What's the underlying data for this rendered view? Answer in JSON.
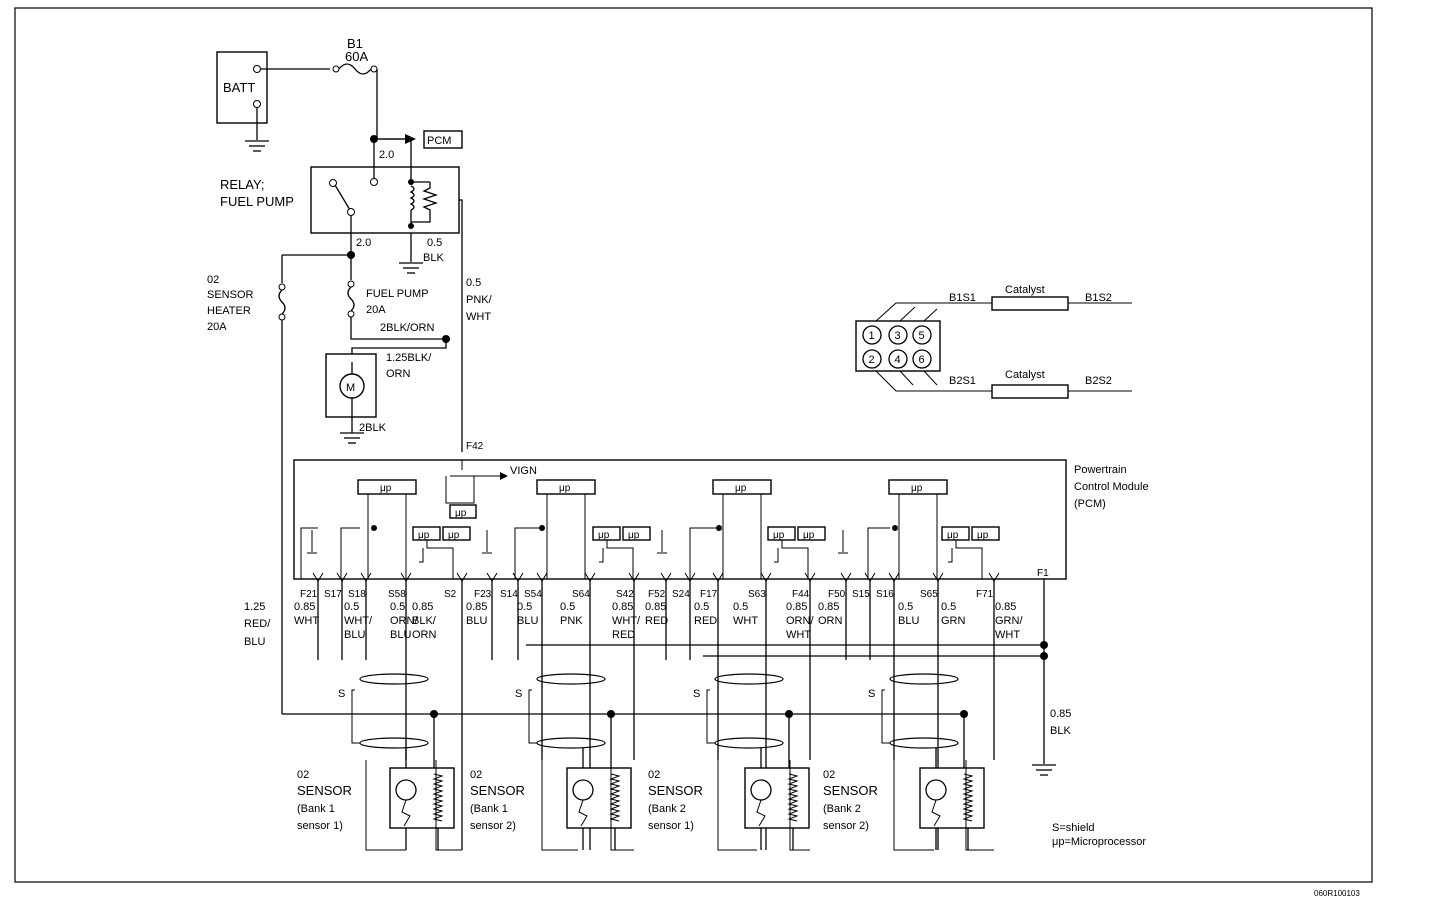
{
  "battery": {
    "label": "BATT"
  },
  "fuse_b1": {
    "name": "B1",
    "rating": "60A"
  },
  "pcm_tag": "PCM",
  "wire_20a": "2.0",
  "wire_20b": "2.0",
  "relay": {
    "line1": "RELAY;",
    "line2": "FUEL PUMP"
  },
  "relay_ground": {
    "size": "0.5",
    "color": "BLK"
  },
  "pnk_wire": {
    "size": "0.5",
    "line1": "PNK/",
    "line2": "WHT"
  },
  "o2_heater_fuse": {
    "line1": "02",
    "line2": "SENSOR",
    "line3": "HEATER",
    "line4": "20A"
  },
  "fuel_pump_fuse": {
    "line1": "FUEL PUMP",
    "line2": "20A"
  },
  "wire_2blk_orn": "2BLK/ORN",
  "motor": {
    "symbol": "M",
    "wire1": "1.25BLK/",
    "wire2": "ORN",
    "ground": "2BLK"
  },
  "pin_f42": "F42",
  "vign": "VIGN",
  "mu_p": "μp",
  "pcm": {
    "line1": "Powertrain",
    "line2": "Control Module",
    "line3": "(PCM)",
    "pin_f1": "F1"
  },
  "red_blu_wire": {
    "size": "1.25",
    "line1": "RED/",
    "line2": "BLU"
  },
  "pins": [
    "F21",
    "S17",
    "S18",
    "S58",
    "S2",
    "F23",
    "S14",
    "S54",
    "S64",
    "S42",
    "F52",
    "S24",
    "F17",
    "S63",
    "F44",
    "F50",
    "S15",
    "S16",
    "S65",
    "F71"
  ],
  "wire_labels": [
    [
      "0.85",
      "WHT"
    ],
    [
      "0.5",
      "WHT/",
      "BLU"
    ],
    [
      "0.5",
      "ORN/",
      "BLU"
    ],
    [
      "0.85",
      "BLK/",
      "ORN"
    ],
    [
      "0.85",
      "BLU"
    ],
    [
      "0.5",
      "BLU"
    ],
    [
      "0.5",
      "PNK"
    ],
    [
      "0.85",
      "WHT/",
      "RED"
    ],
    [
      "0.85",
      "RED"
    ],
    [
      "0.5",
      "RED"
    ],
    [
      "0.5",
      "WHT"
    ],
    [
      "0.85",
      "ORN/",
      "WHT"
    ],
    [
      "0.85",
      "ORN"
    ],
    [
      "0.5",
      "BLU"
    ],
    [
      "0.5",
      "GRN"
    ],
    [
      "0.85",
      "GRN/",
      "WHT"
    ]
  ],
  "shield_label": "S",
  "ground_wire": {
    "size": "0.85",
    "color": "BLK"
  },
  "sensors": [
    {
      "l1": "02",
      "l2": "SENSOR",
      "l3": "(Bank 1",
      "l4": "sensor 1)"
    },
    {
      "l1": "02",
      "l2": "SENSOR",
      "l3": "(Bank 1",
      "l4": "sensor 2)"
    },
    {
      "l1": "02",
      "l2": "SENSOR",
      "l3": "(Bank 2",
      "l4": "sensor 1)"
    },
    {
      "l1": "02",
      "l2": "SENSOR",
      "l3": "(Bank 2",
      "l4": "sensor 2)"
    }
  ],
  "legend": {
    "shield": "S=shield",
    "micro": "μp=Microprocessor"
  },
  "engine": {
    "cylinders": [
      "1",
      "3",
      "5",
      "2",
      "4",
      "6"
    ],
    "b1s1": "B1S1",
    "b1s2": "B1S2",
    "b2s1": "B2S1",
    "b2s2": "B2S2",
    "catalyst": "Catalyst"
  },
  "figure_code": "060R100103"
}
